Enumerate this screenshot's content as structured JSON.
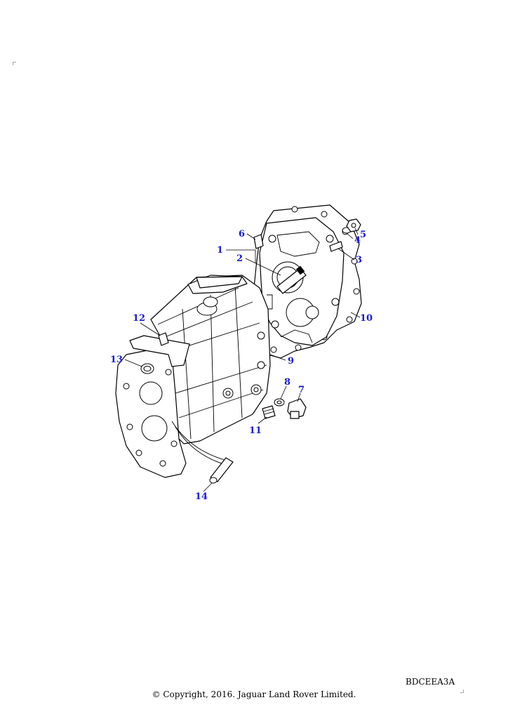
{
  "callouts": [
    {
      "label": "1"
    },
    {
      "label": "2"
    },
    {
      "label": "3"
    },
    {
      "label": "4"
    },
    {
      "label": "5"
    },
    {
      "label": "6"
    },
    {
      "label": "7"
    },
    {
      "label": "8"
    },
    {
      "label": "9"
    },
    {
      "label": "10"
    },
    {
      "label": "11"
    },
    {
      "label": "12"
    },
    {
      "label": "13"
    },
    {
      "label": "14"
    }
  ],
  "drawing_ref": "BDCEEA3A",
  "copyright": "© Copyright, 2016. Jaguar Land Rover Limited.",
  "colors": {
    "callout": "#1a1ad6",
    "line": "#000000"
  }
}
